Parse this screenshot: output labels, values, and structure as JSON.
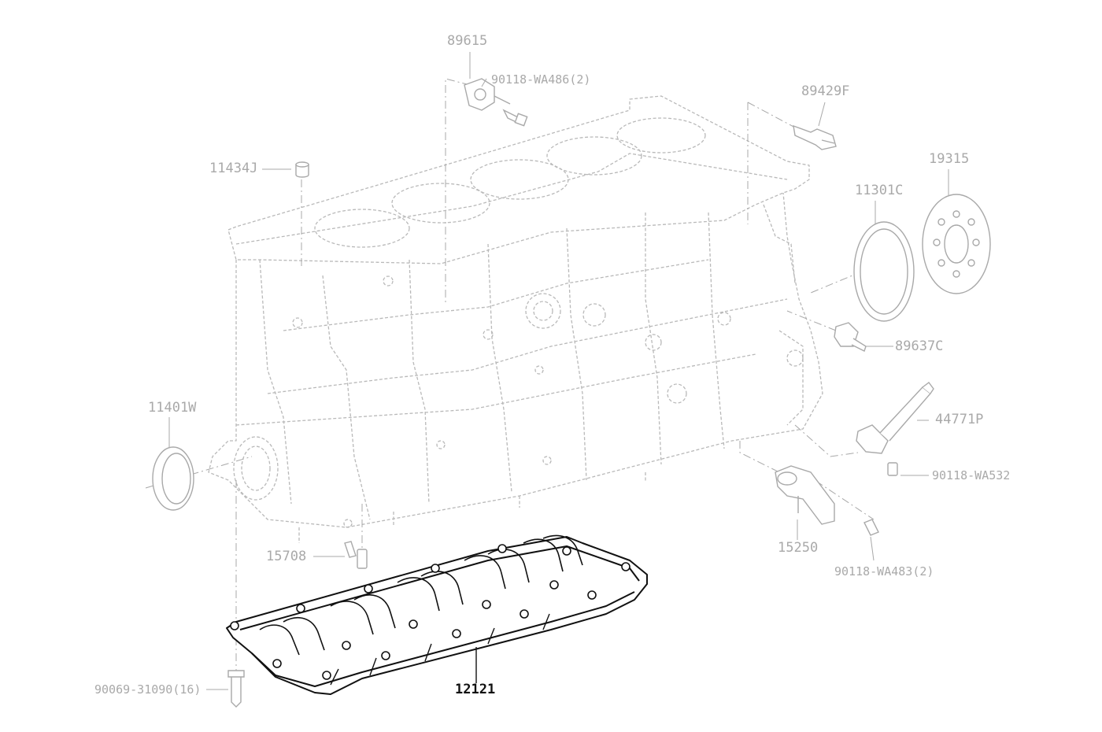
{
  "colors": {
    "faded": "#b4b4b4",
    "active": "#111111",
    "label": "#a9a9a9"
  },
  "parts": {
    "p89615": "89615",
    "p90118_wa486": "90118-WA486(2)",
    "p89429f": "89429F",
    "p11434j": "11434J",
    "p19315": "19315",
    "p11301c": "11301C",
    "p89637c": "89637C",
    "p11401w": "11401W",
    "p44771p": "44771P",
    "p90118_wa532": "90118-WA532",
    "p15708": "15708",
    "p15250": "15250",
    "p90118_wa483": "90118-WA483(2)",
    "p90069_31090": "90069-31090(16)",
    "p12121": "12121"
  }
}
